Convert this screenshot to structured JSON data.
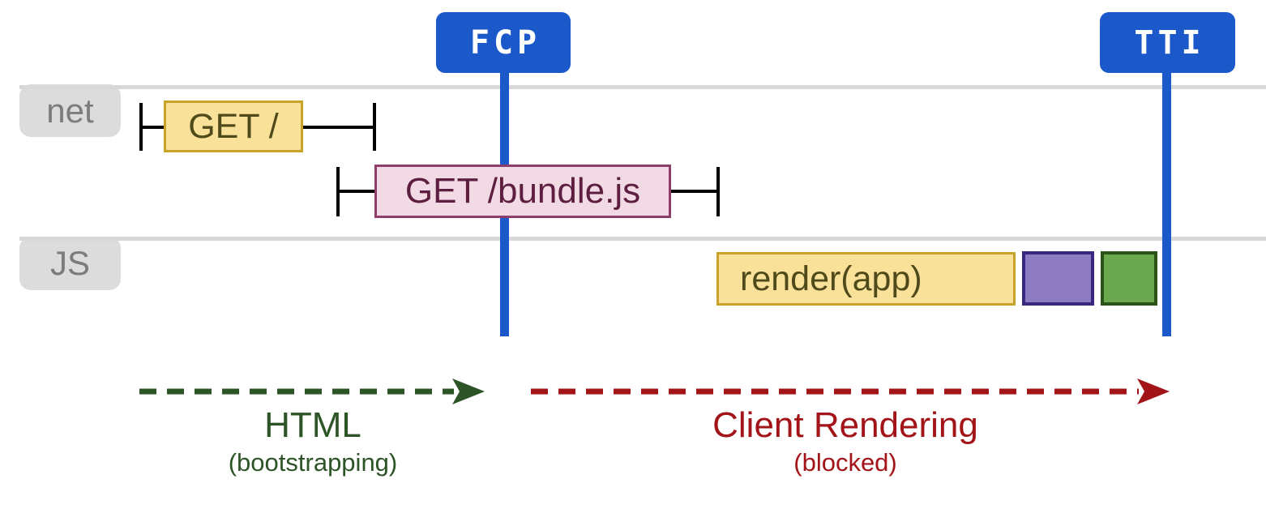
{
  "markers": [
    {
      "id": "fcp",
      "label": "FCP"
    },
    {
      "id": "tti",
      "label": "TTI"
    }
  ],
  "lanes": [
    {
      "id": "net",
      "label": "net"
    },
    {
      "id": "js",
      "label": "JS"
    }
  ],
  "net_tasks": [
    {
      "label": "GET /",
      "style": "document-request-yellow",
      "has_whiskers": true
    },
    {
      "label": "GET /bundle.js",
      "style": "script-request-pink",
      "has_whiskers": true
    }
  ],
  "js_tasks": [
    {
      "label": "render(app)",
      "style": "long-task-yellow"
    },
    {
      "label": "",
      "style": "short-task-purple"
    },
    {
      "label": "",
      "style": "short-task-green"
    }
  ],
  "phases": [
    {
      "title": "HTML",
      "subtitle": "(bootstrapping)",
      "arrow_color": "#2d5426",
      "arrow_style": "dashed"
    },
    {
      "title": "Client Rendering",
      "subtitle": "(blocked)",
      "arrow_color": "#a31418",
      "arrow_style": "dashed"
    }
  ],
  "colors": {
    "marker_blue": "#1b58c9",
    "rail_gray": "#d8d8d8",
    "lane_tab_bg": "#dcdcdc",
    "lane_tab_text": "#7c7c7c",
    "yellow_fill": "#fae19a",
    "yellow_border": "#c9a22a",
    "yellow_text": "#4f4a1a",
    "pink_fill": "#f2dae4",
    "pink_border": "#8e3e68",
    "pink_text": "#5d1e40",
    "purple_fill": "#8e7cc3",
    "purple_border": "#38267f",
    "green_fill": "#6ca850",
    "green_border": "#2a5317",
    "whisker_black": "#000000",
    "phase_green": "#2d5426",
    "phase_red": "#a31418"
  }
}
